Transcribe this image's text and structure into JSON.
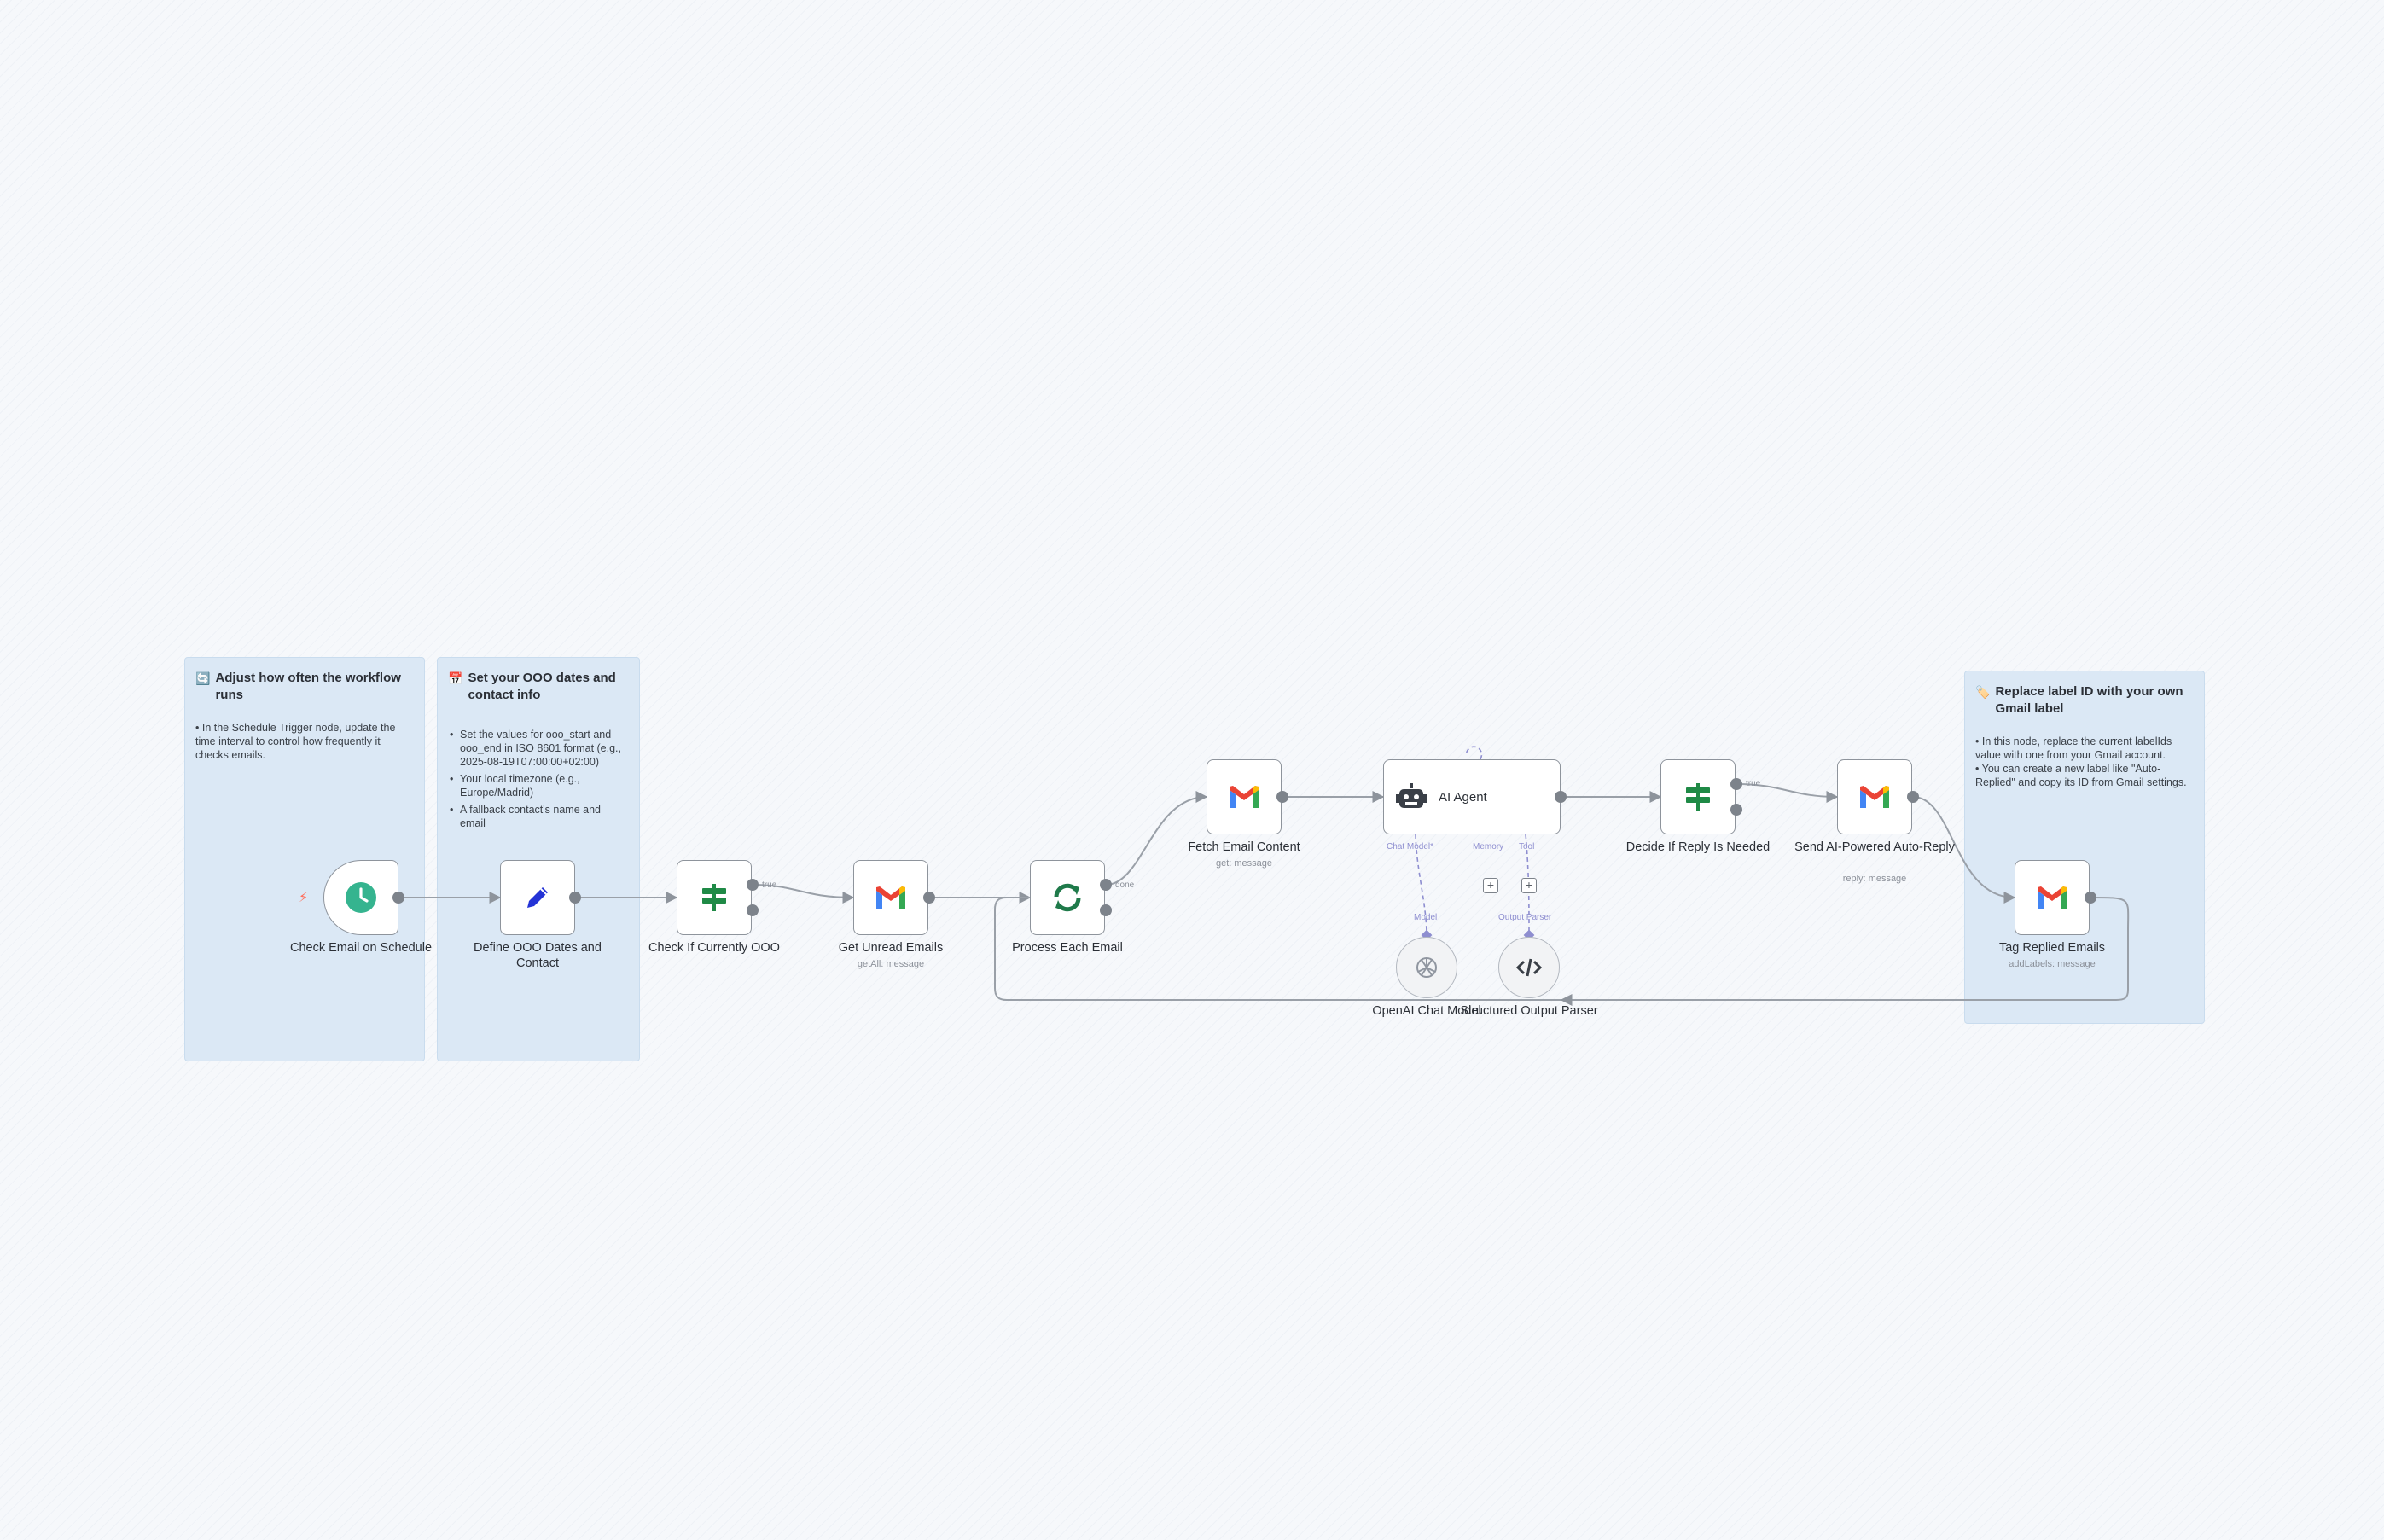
{
  "notes": {
    "schedule": {
      "emoji": "🔄",
      "title": "Adjust how often the workflow runs",
      "items": [
        "• In the Schedule Trigger node, update the time interval to control how frequently it checks emails."
      ]
    },
    "ooo": {
      "emoji": "📅",
      "title": "Set your OOO dates and contact info",
      "items": [
        "Set the values for ooo_start and ooo_end in ISO 8601 format (e.g., 2025-08-19T07:00:00+02:00)",
        "Your local timezone (e.g., Europe/Madrid)",
        "A fallback contact's name and email"
      ]
    },
    "label": {
      "emoji": "🏷️",
      "title": "Replace label ID with your own Gmail label",
      "items": [
        "• In this node, replace the current labelIds value with one from your Gmail account.",
        "• You can create a new label like \"Auto-Replied\" and copy its ID from Gmail settings."
      ]
    }
  },
  "nodes": {
    "check_email": {
      "label": "Check Email on Schedule",
      "icon": "clock-icon"
    },
    "define_ooo": {
      "label": "Define OOO Dates and Contact",
      "icon": "pencil-icon"
    },
    "check_ooo": {
      "label": "Check If Currently OOO",
      "icon": "if-signpost-icon"
    },
    "get_unread": {
      "label": "Get Unread Emails",
      "sub": "getAll: message",
      "icon": "gmail-icon"
    },
    "process_each": {
      "label": "Process Each Email",
      "icon": "loop-icon"
    },
    "fetch_content": {
      "label": "Fetch Email Content",
      "sub": "get: message",
      "icon": "gmail-icon"
    },
    "ai_agent": {
      "label": "AI Agent",
      "icon": "robot-icon"
    },
    "openai_model": {
      "label": "OpenAI Chat Model",
      "icon": "openai-icon"
    },
    "output_parser": {
      "label": "Structured Output Parser",
      "icon": "code-icon"
    },
    "decide_reply": {
      "label": "Decide If Reply Is Needed",
      "icon": "if-signpost-icon"
    },
    "send_reply": {
      "label": "Send AI-Powered Auto-Reply",
      "sub": "reply: message",
      "icon": "gmail-icon"
    },
    "tag_replied": {
      "label": "Tag Replied Emails",
      "sub": "addLabels: message",
      "icon": "gmail-icon"
    }
  },
  "edge_labels": {
    "true1": "true",
    "done": "done",
    "true2": "true"
  },
  "agent_ports": {
    "chat_model": "Chat Model*",
    "memory": "Memory",
    "tool": "Tool",
    "model": "Model",
    "parser": "Output Parser"
  },
  "colors": {
    "gmail_red": "#EA4335",
    "gmail_blue": "#4285F4",
    "gmail_green": "#34A853",
    "gmail_yellow": "#FBBC05",
    "trigger_teal": "#35b48f",
    "pencil_blue": "#2433d6",
    "if_green": "#1f8a46",
    "loop_green": "#1f7a4a",
    "edge_gray": "#9aa0a8",
    "ai_edge": "#8e8ed0"
  }
}
